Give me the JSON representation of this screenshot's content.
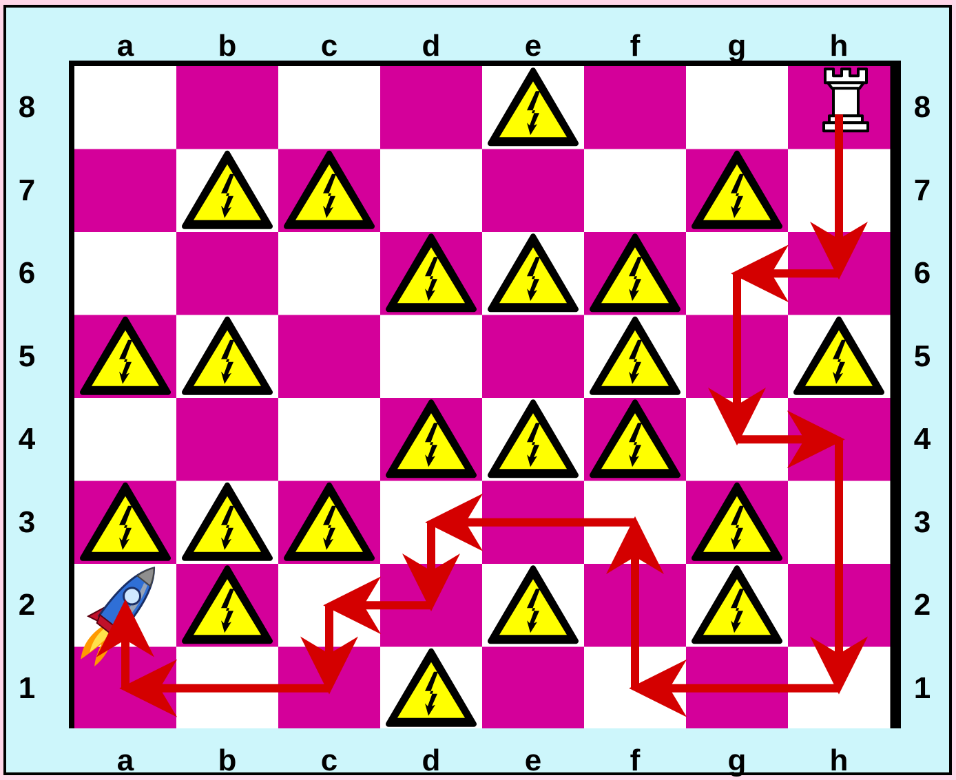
{
  "board": {
    "files": [
      "a",
      "b",
      "c",
      "d",
      "e",
      "f",
      "g",
      "h"
    ],
    "ranks": [
      "8",
      "7",
      "6",
      "5",
      "4",
      "3",
      "2",
      "1"
    ],
    "colors": {
      "light": "#ffffff",
      "dark": "#d4009a",
      "frame": "#cdf6fb",
      "arrow": "#d40000",
      "hazard": "#ffff00"
    }
  },
  "pieces": [
    {
      "type": "rook",
      "color": "white",
      "square": "h8",
      "icon": "white-rook-icon"
    },
    {
      "type": "rocket",
      "square": "a2",
      "icon": "rocket-icon"
    }
  ],
  "hazards": {
    "icon": "high-voltage-warning-icon",
    "squares": [
      "e8",
      "b7",
      "c7",
      "g7",
      "d6",
      "e6",
      "f6",
      "a5",
      "b5",
      "f5",
      "h5",
      "d4",
      "e4",
      "f4",
      "a3",
      "b3",
      "c3",
      "g3",
      "b2",
      "e2",
      "g2",
      "d1"
    ]
  },
  "path": {
    "icon": "red-arrow",
    "squares": [
      "h8",
      "h6",
      "g6",
      "g4",
      "h4",
      "h1",
      "f1",
      "f3",
      "d3",
      "d2",
      "c2",
      "c1",
      "a1",
      "a2"
    ]
  }
}
